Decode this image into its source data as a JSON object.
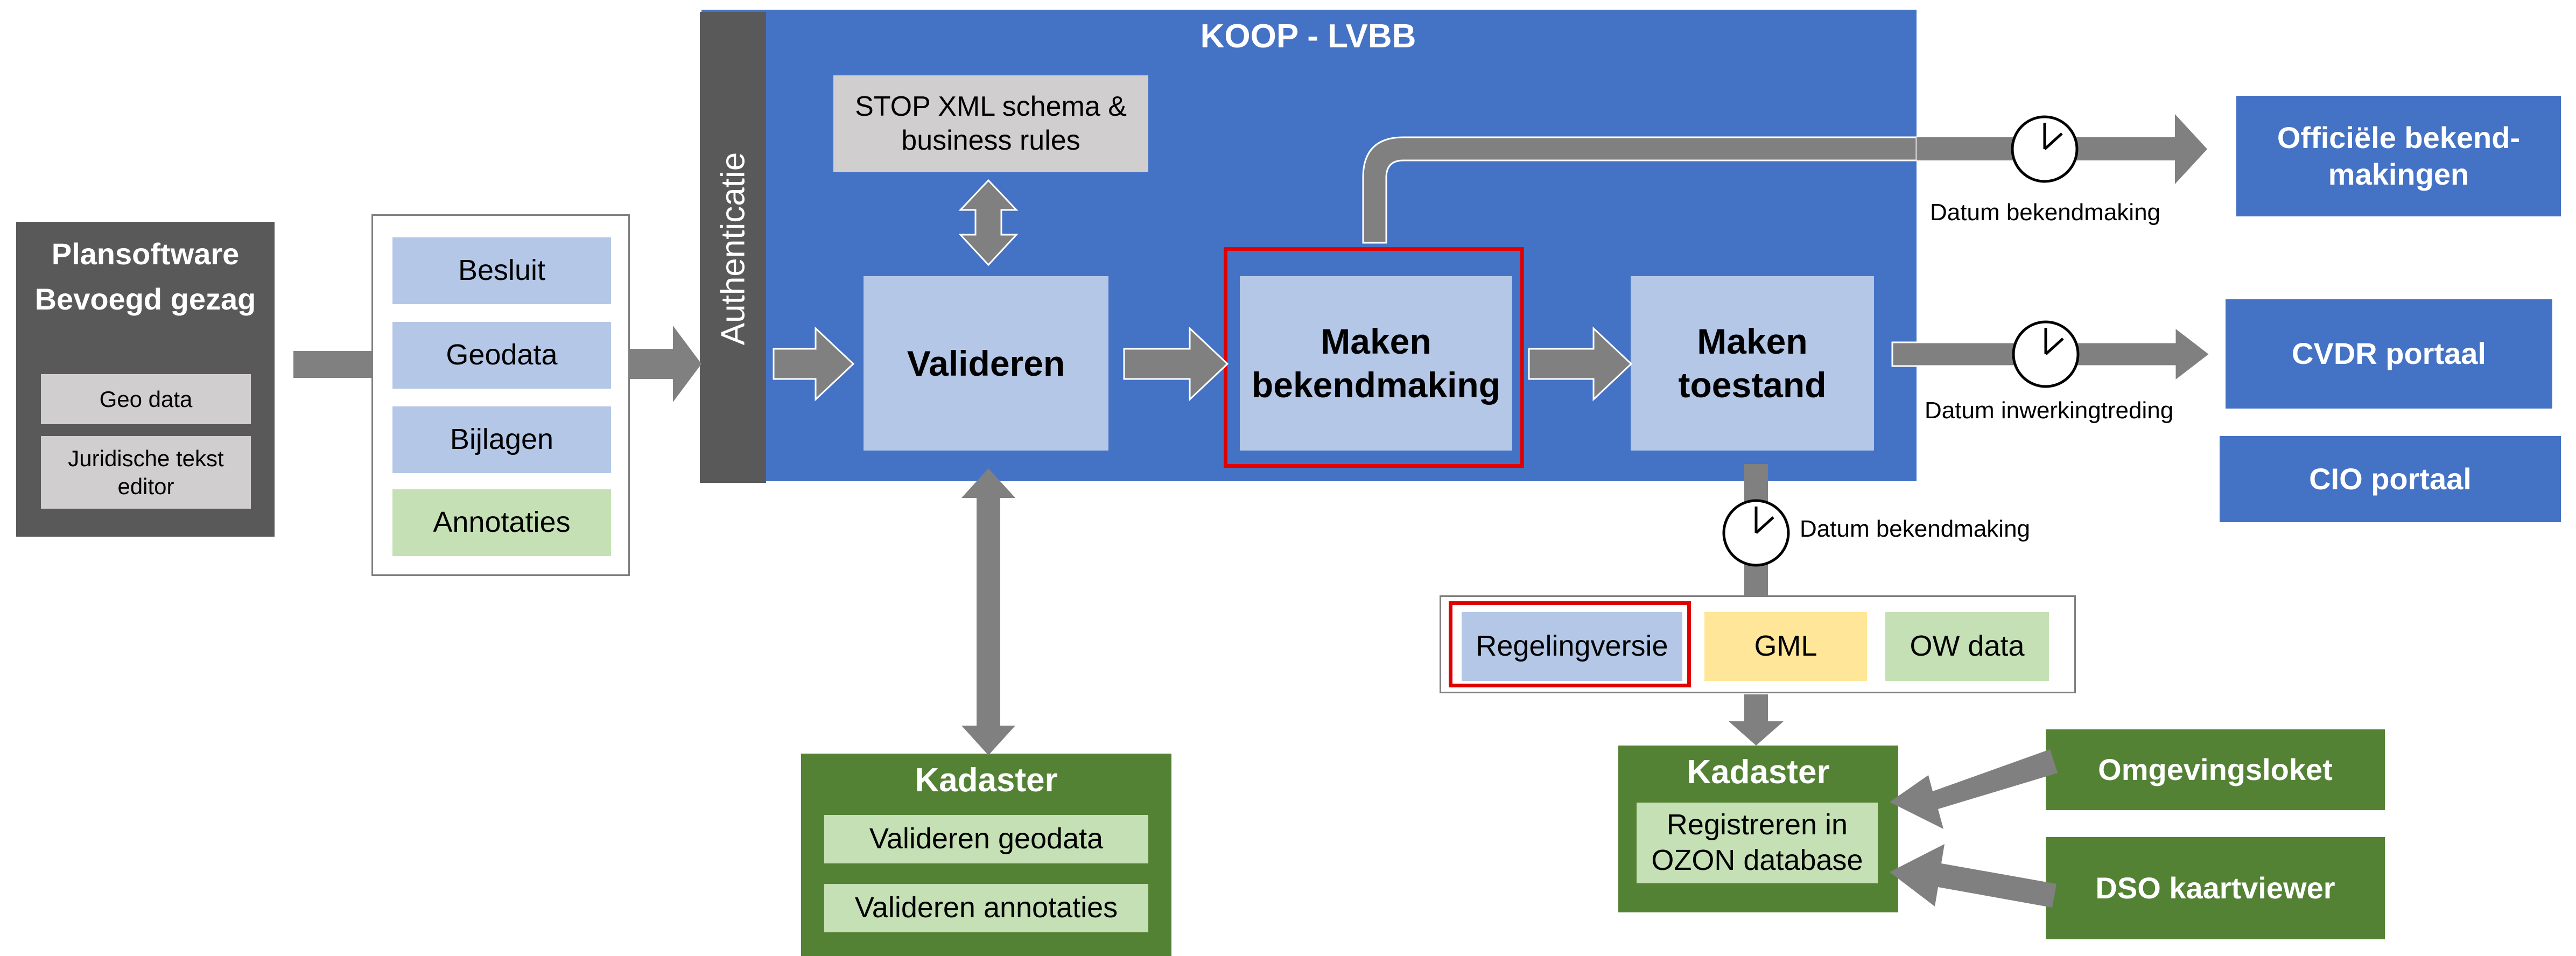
{
  "colors": {
    "dark_gray": "#595959",
    "arrow_gray": "#808080",
    "light_gray": "#d0cece",
    "koop_blue": "#4472c4",
    "light_blue": "#b4c7e7",
    "green_dark": "#548235",
    "green_light": "#c5e0b4",
    "yellow": "#ffe699",
    "red_highlight": "#e00000"
  },
  "plansoftware": {
    "title": "Plansoftware\nBevoegd gezag",
    "items": [
      "Geo data",
      "Juridische tekst\neditor"
    ]
  },
  "input_package": {
    "items": [
      "Besluit",
      "Geodata",
      "Bijlagen",
      "Annotaties"
    ]
  },
  "koop": {
    "title": "KOOP - LVBB",
    "auth_label": "Authenticatie",
    "stop_box": "STOP XML schema &\nbusiness rules",
    "valideren": "Valideren",
    "maken_bekendmaking": "Maken\nbekendmaking",
    "maken_toestand": "Maken\ntoestand"
  },
  "outputs": {
    "officiele": "Officiële bekend-\nmakingen",
    "cvdr": "CVDR portaal",
    "cio": "CIO portaal",
    "label_bekendmaking_top": "Datum bekendmaking",
    "label_inwerkingtreding": "Datum inwerkingtreding",
    "label_bekendmaking_bottom": "Datum bekendmaking"
  },
  "kadaster_left": {
    "title": "Kadaster",
    "items": [
      "Valideren geodata",
      "Valideren annotaties"
    ]
  },
  "data_package": {
    "items": [
      "Regelingversie",
      "GML",
      "OW data"
    ]
  },
  "kadaster_right": {
    "title": "Kadaster",
    "content": "Registreren in\nOZON database"
  },
  "external": {
    "omgevingsloket": "Omgevingsloket",
    "dso": "DSO kaartviewer"
  }
}
